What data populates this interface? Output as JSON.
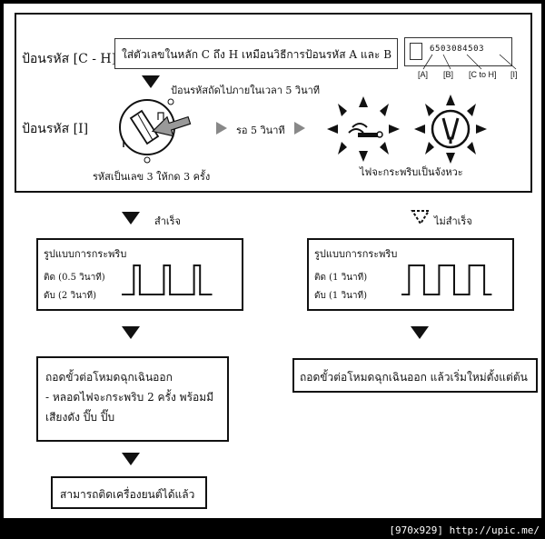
{
  "top": {
    "label_ch": "ป้อนรหัส [C - H]",
    "instruction": "ใส่ตัวเลขในหลัก C ถึง H เหมือนวิธีการป้อนรหัส A และ B",
    "code_digits": "6503084503",
    "code_labels": [
      "[A]",
      "[B]",
      "[C to H]",
      "[I]"
    ],
    "next_note": "ป้อนรหัสถัดไปภายในเวลา 5 วินาที",
    "label_i": "ป้อนรหัส [I]",
    "wait_text": "รอ 5 วินาที",
    "dial_note": "รหัสเป็นเลข 3 ให้กด 3 ครั้ง",
    "flash_note": "ไฟจะกระพริบเป็นจังหวะ"
  },
  "left": {
    "result": "สำเร็จ",
    "pattern_title": "รูปแบบการกระพริบ",
    "on_text": "ติด (0.5 วินาที)",
    "off_text": "ดับ (2 วินาที)",
    "wave": {
      "on_seconds": 0.5,
      "off_seconds": 2,
      "pulses": 3
    },
    "step2_line1": "ถอดขั้วต่อโหมดฉุกเฉินออก",
    "step2_line2": "- หลอดไฟจะกระพริบ 2 ครั้ง พร้อมมี",
    "step2_line3": "เสียงดัง ปิ๊บ ปิ๊บ",
    "step3": "สามารถติดเครื่องยนต์ได้แล้ว"
  },
  "right": {
    "result": "ไม่สำเร็จ",
    "pattern_title": "รูปแบบการกระพริบ",
    "on_text": "ติด (1 วินาที)",
    "off_text": "ดับ (1 วินาที)",
    "wave": {
      "on_seconds": 1,
      "off_seconds": 1,
      "pulses": 3
    },
    "step2": "ถอดขั้วต่อโหมดฉุกเฉินออก แล้วเริ่มใหม่ตั้งแต่ต้น"
  },
  "footer": "[970x929] http://upic.me/"
}
